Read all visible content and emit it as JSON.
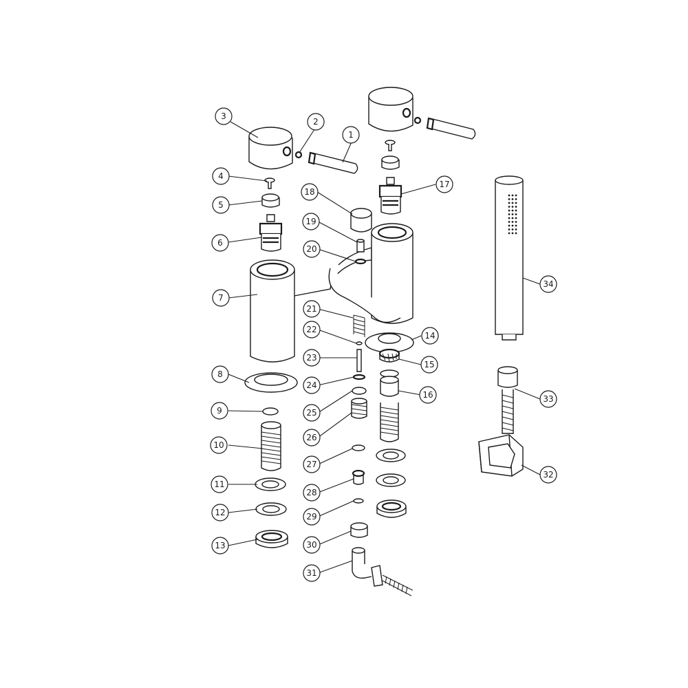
{
  "callouts": [
    {
      "num": "1"
    },
    {
      "num": "2"
    },
    {
      "num": "3"
    },
    {
      "num": "4"
    },
    {
      "num": "5"
    },
    {
      "num": "6"
    },
    {
      "num": "7"
    },
    {
      "num": "8"
    },
    {
      "num": "9"
    },
    {
      "num": "10"
    },
    {
      "num": "11"
    },
    {
      "num": "12"
    },
    {
      "num": "13"
    },
    {
      "num": "14"
    },
    {
      "num": "15"
    },
    {
      "num": "16"
    },
    {
      "num": "17"
    },
    {
      "num": "18"
    },
    {
      "num": "19"
    },
    {
      "num": "20"
    },
    {
      "num": "21"
    },
    {
      "num": "22"
    },
    {
      "num": "23"
    },
    {
      "num": "24"
    },
    {
      "num": "25"
    },
    {
      "num": "26"
    },
    {
      "num": "27"
    },
    {
      "num": "28"
    },
    {
      "num": "29"
    },
    {
      "num": "30"
    },
    {
      "num": "31"
    },
    {
      "num": "32"
    },
    {
      "num": "33"
    },
    {
      "num": "34"
    }
  ]
}
